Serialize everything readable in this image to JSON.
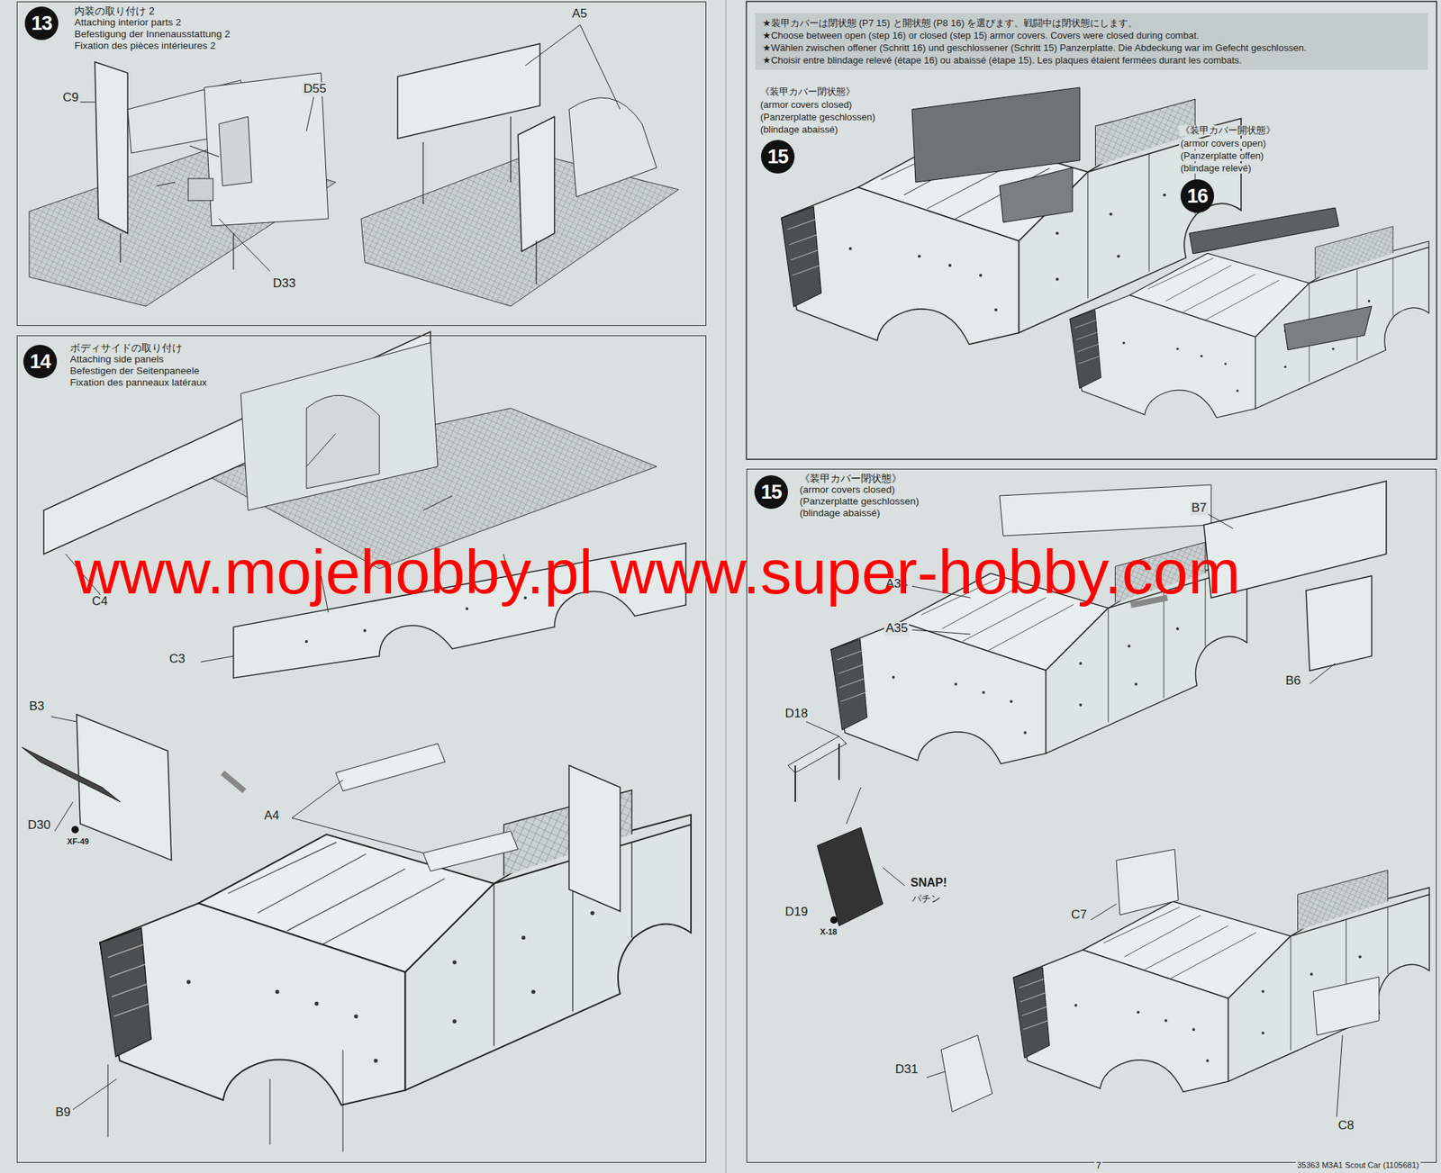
{
  "diagram": {
    "nodes": [
      {
        "text": [
          "内装の取り付け 2",
          "Attaching interior parts 2",
          "Befestigung der Innenausstattung 2",
          "Fixation des pièces intérieures 2"
        ]
      },
      {
        "text": [
          "13"
        ],
        "in": 0
      },
      {
        "text": [
          "ボディサイドの取り付け",
          "Attaching side panels",
          "Befestigen der Seitenpaneele",
          "Fixation des panneaux latéraux"
        ]
      },
      {
        "text": [
          "14"
        ],
        "in": 2
      },
      {
        "text": [
          "★装甲カバーは閉状態 (P7 15) と開状態 (P8 16) を選びます。戦闘中は閉状態にします。",
          "★Choose between open (step 16) or closed (step 15) armor covers. Covers were closed during combat.",
          "★Wählen zwischen offener (Schritt 16) und geschlossener (Schritt 15) Panzerplatte. Die Abdeckung war im Gefecht geschlossen.",
          "★Choisir entre blindage relevé (étape 16) ou abaissé (étape 15). Les plaques étaient fermées durant les combats."
        ]
      },
      {
        "text": [
          "15"
        ]
      },
      {
        "text": [
          "16"
        ]
      },
      {
        "text": [
          "《装甲カバー閉状態》",
          "(armor covers closed)",
          "(Panzerplatte geschlossen)",
          "(blindage abaissé)"
        ]
      },
      {
        "text": [
          "15"
        ],
        "in": 7
      }
    ],
    "labels": [
      "A5",
      "C9",
      "D55",
      "D33",
      "C4",
      "C3",
      "B3",
      "D30",
      "XF-49",
      "A4",
      "B9",
      "《装甲カバー閉状態》",
      "(armor covers closed)",
      "(Panzerplatte geschlossen)",
      "(blindage abaissé)",
      "《装甲カバー開状態》",
      "(armor covers open)",
      "(Panzerplatte offen)",
      "(blindage relevé)",
      "B7",
      "A34",
      "A35",
      "D18",
      "B6",
      "D19",
      "X-18",
      "SNAP!",
      "パチン",
      "C7",
      "D31",
      "C8",
      "www.mojehobby.pl www.super-hobby.com",
      "7",
      "35363  M3A1 Scout Car (1105681)"
    ]
  }
}
